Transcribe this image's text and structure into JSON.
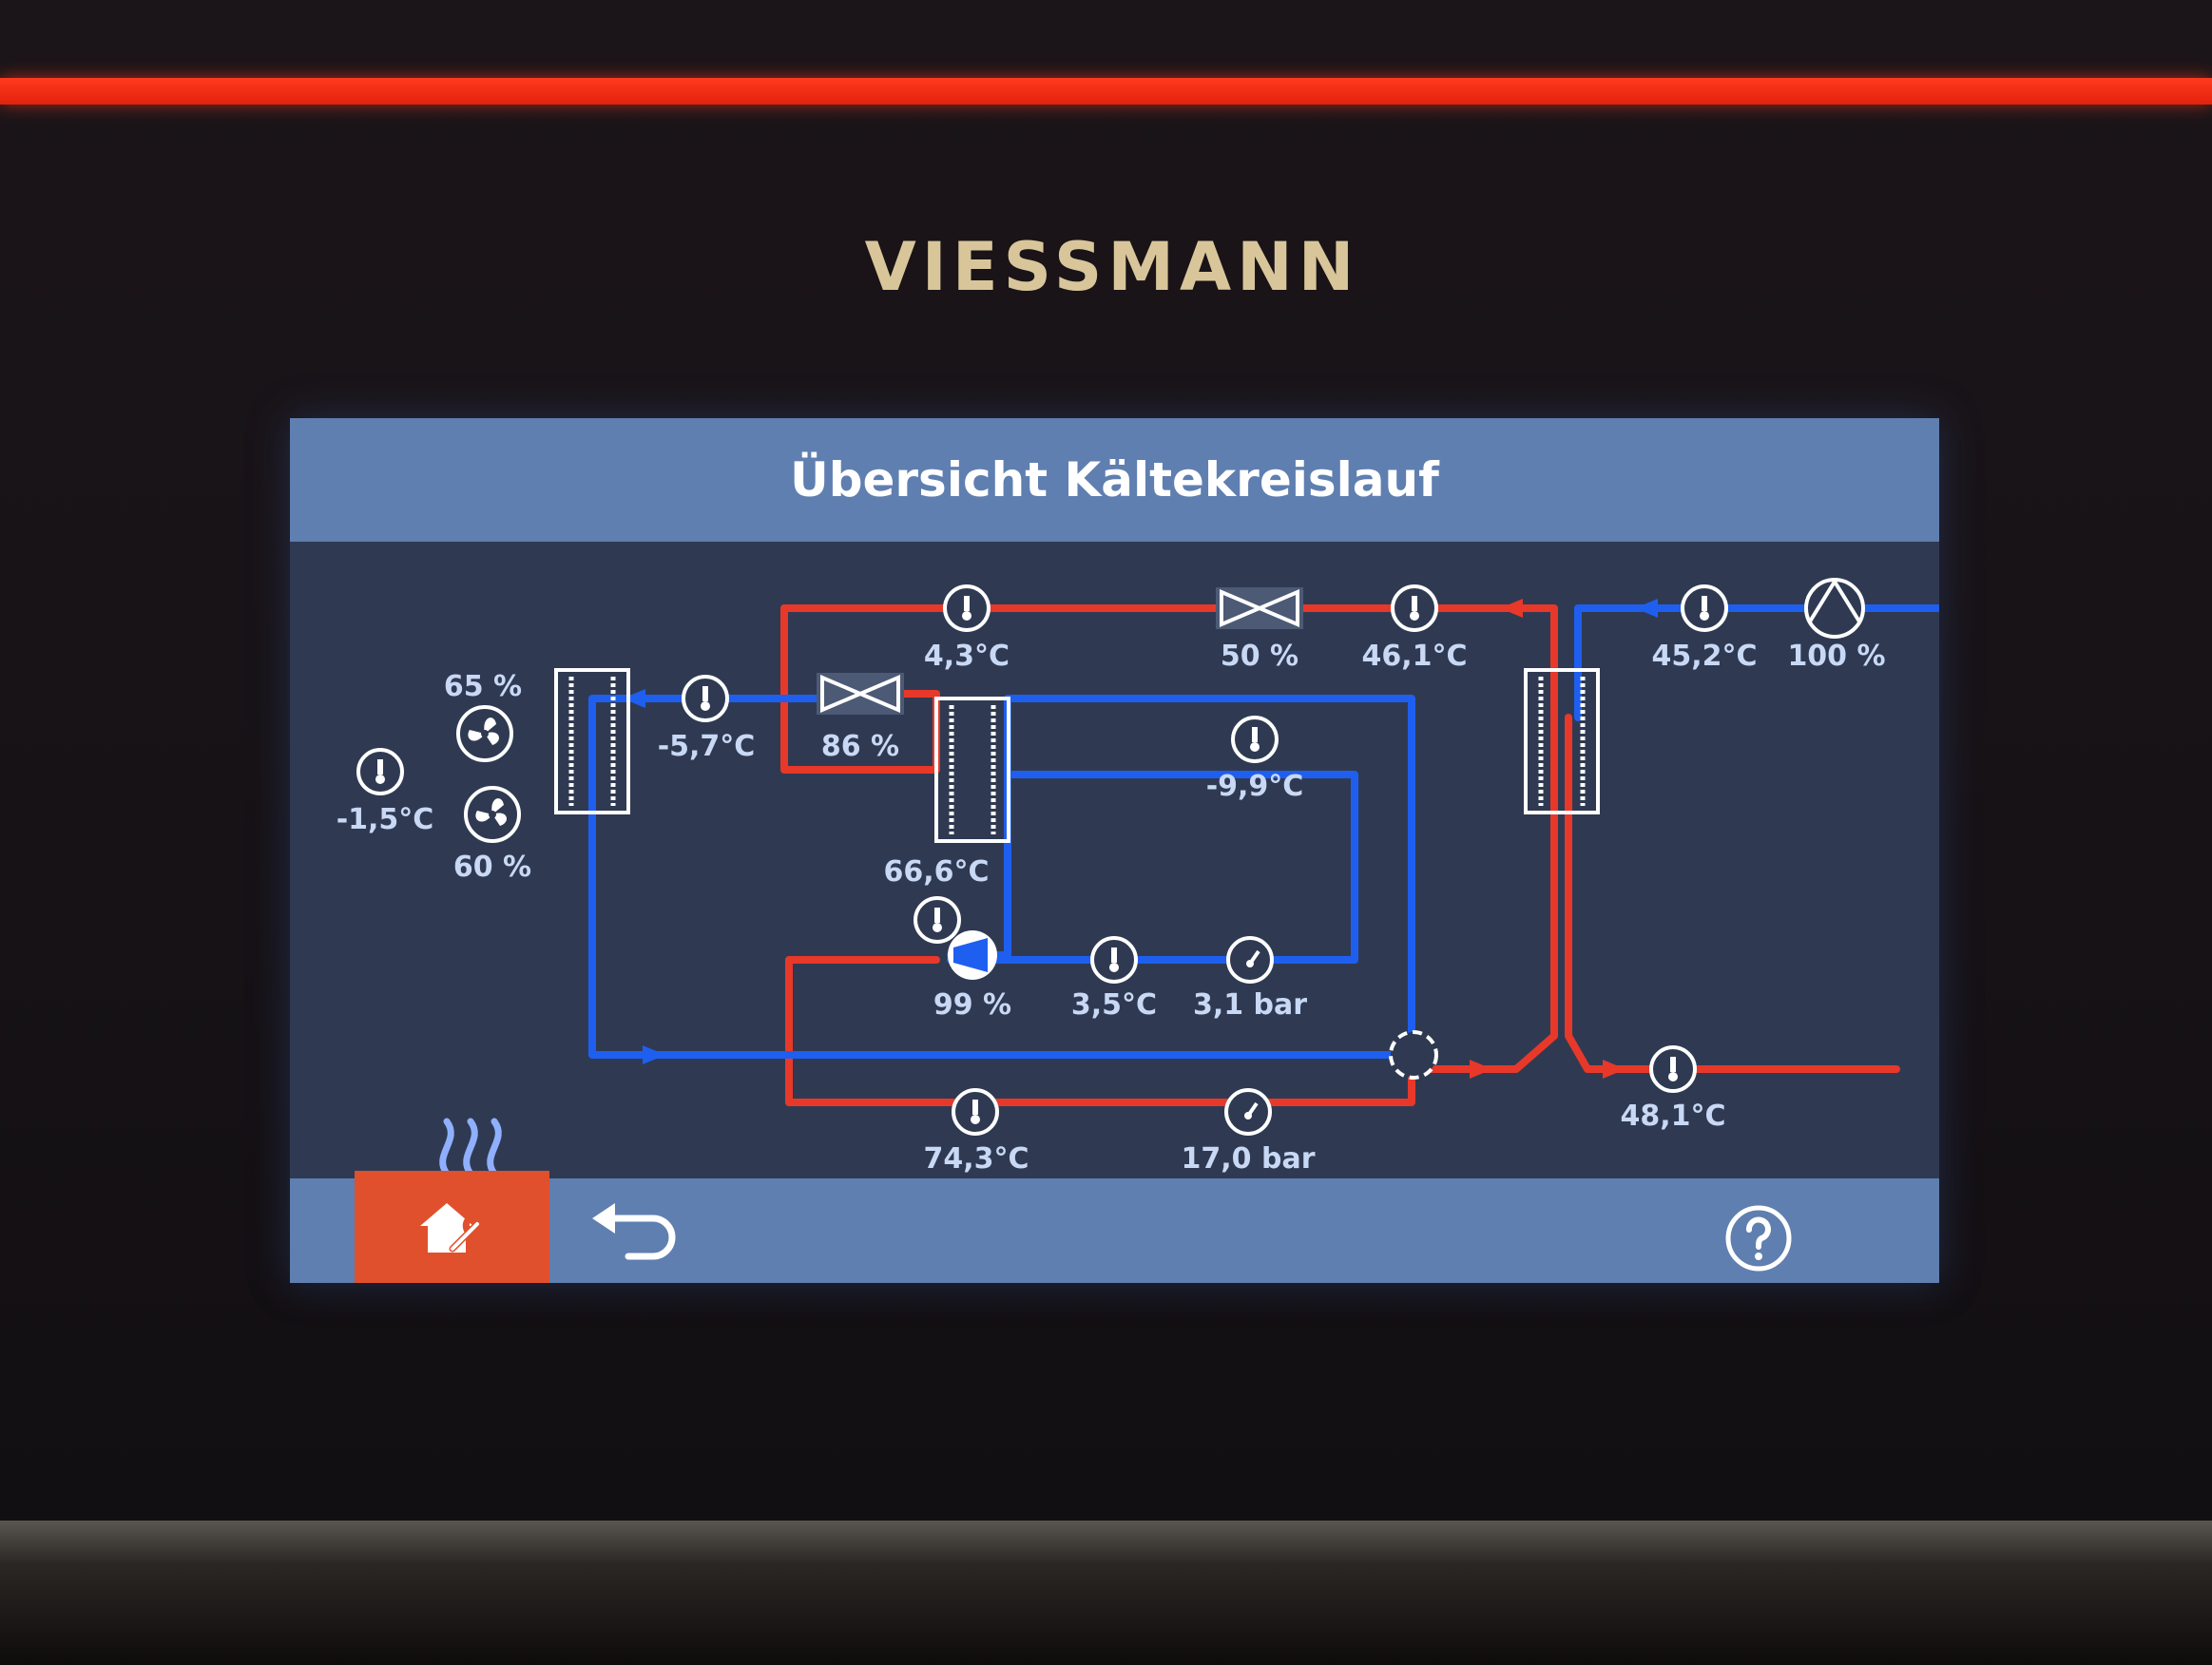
{
  "brand": {
    "name": "VIESSMANN"
  },
  "header": {
    "title": "Übersicht Kältekreislauf"
  },
  "colors": {
    "hot": "#e8382a",
    "cold": "#1e5ff0",
    "header": "#5f7fb0",
    "home": "#e0502c"
  },
  "readings": {
    "outdoor_temp": "-1,5°C",
    "fan_top": "65 %",
    "fan_bottom": "60 %",
    "evap_out_temp": "-5,7°C",
    "exp_valve_1": "86 %",
    "hx_temp": "66,6°C",
    "top_temp": "4,3°C",
    "exp_valve_2": "50 %",
    "hot_line_temp": "46,1°C",
    "suction_temp": "-9,9°C",
    "compressor": "99 %",
    "suction_temp2": "3,5°C",
    "suction_pressure": "3,1 bar",
    "hot_gas_temp": "74,3°C",
    "discharge_pressure": "17,0 bar",
    "supply_temp": "45,2°C",
    "pump": "100 %",
    "return_temp": "48,1°C"
  },
  "footer": {
    "home_icon": "home-wrench-icon",
    "back_icon": "back-arrow-icon",
    "help_icon": "help-icon"
  }
}
